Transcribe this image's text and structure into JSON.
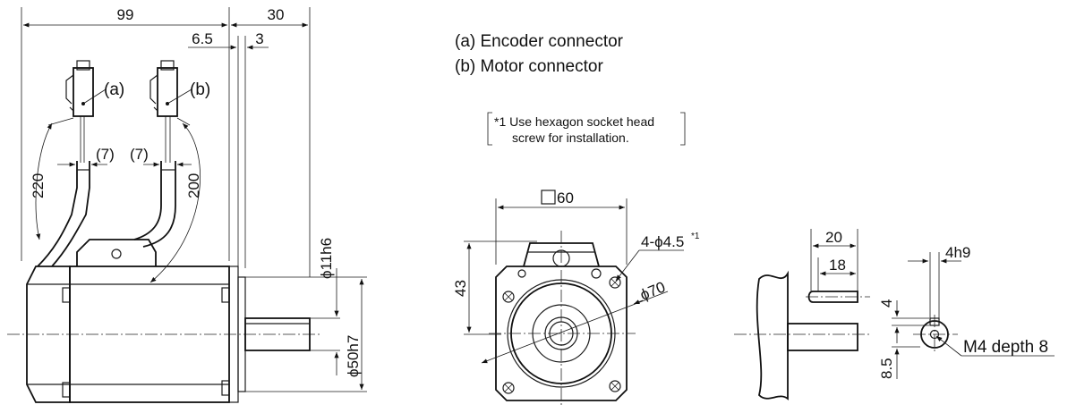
{
  "legend": {
    "a": "(a) Encoder connector",
    "b": "(b) Motor connector"
  },
  "note": {
    "line1": "*1 Use hexagon socket head",
    "line2": "screw for installation."
  },
  "side_view": {
    "dim_total": "99",
    "dim_shaft": "30",
    "dim_flange": "6.5",
    "dim_step": "3",
    "cable_len_a": "220",
    "cable_len_b": "200",
    "cable_dia_a": "(7)",
    "cable_dia_b": "(7)",
    "callout_a": "(a)",
    "callout_b": "(b)",
    "dia_pilot": "ϕ11h6",
    "dia_shaft": "ϕ50h7"
  },
  "front_view": {
    "square": "60",
    "height": "43",
    "holes": "4-ϕ4.5",
    "holes_note": "*1",
    "pcd": "ϕ70"
  },
  "shaft_detail": {
    "len_20": "20",
    "len_18": "18",
    "key_width": "4h9",
    "key_depth": "4",
    "offset": "8.5",
    "thread": "M4 depth 8"
  }
}
